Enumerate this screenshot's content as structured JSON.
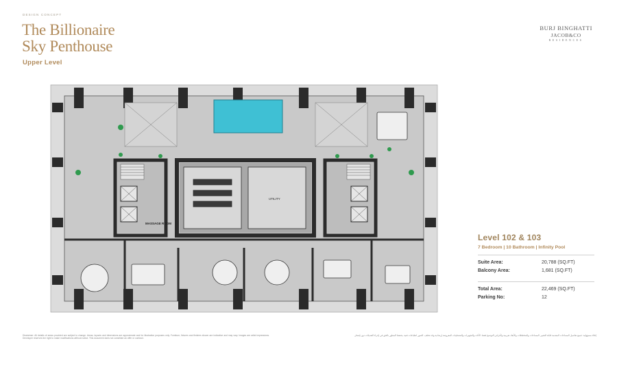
{
  "header": {
    "tag": "DESIGN CONCEPT",
    "title_line1": "The Billionaire",
    "title_line2": "Sky Penthouse",
    "subtitle": "Upper Level"
  },
  "brand": {
    "line1": "BURJ BINGHATTI",
    "line2": "JACOB&CO",
    "line3": "RESIDENCES"
  },
  "plan": {
    "room_labels": [
      "MASSAGE ROOM",
      "UTILITY"
    ],
    "colors": {
      "wall": "#2b2b2b",
      "floor": "#c9c9c9",
      "pool": "#3fc0d4",
      "plant": "#2f9a4e",
      "balcony": "#dcdcdc"
    }
  },
  "info": {
    "level": "Level 102 & 103",
    "features": "7 Bedroom | 10 Bathroom | Infinity Pool",
    "rows_top": [
      {
        "label": "Suite Area:",
        "value": "20,788 (SQ.FT)"
      },
      {
        "label": "Balcony Area:",
        "value": "1,681 (SQ.FT)"
      }
    ],
    "rows_bottom": [
      {
        "label": "Total Area:",
        "value": "22,469 (SQ.FT)"
      },
      {
        "label": "Parking No:",
        "value": "12"
      }
    ]
  },
  "disclaimer": {
    "english": "Disclaimer: All details of areas provided are subject to change. Areas, layouts and dimensions are approximate and for illustration purposes only. Furniture, fixtures and finishes shown are indicative and may vary. Images are artist impressions. Developer reserves the right to make modifications without notice. This document does not constitute an offer or contract.",
    "arabic": "إخلاء مسؤولية: جميع تفاصيل المساحات المقدمة قابلة للتغيير. المساحات والمخططات والأبعاد تقريبية ولأغراض التوضيح فقط. الأثاث والتجهيزات والتشطيبات المعروضة إرشادية وقد تختلف. الصور انطباعات فنية. يحتفظ المطور بالحق في إجراء التعديلات دون إشعار."
  }
}
